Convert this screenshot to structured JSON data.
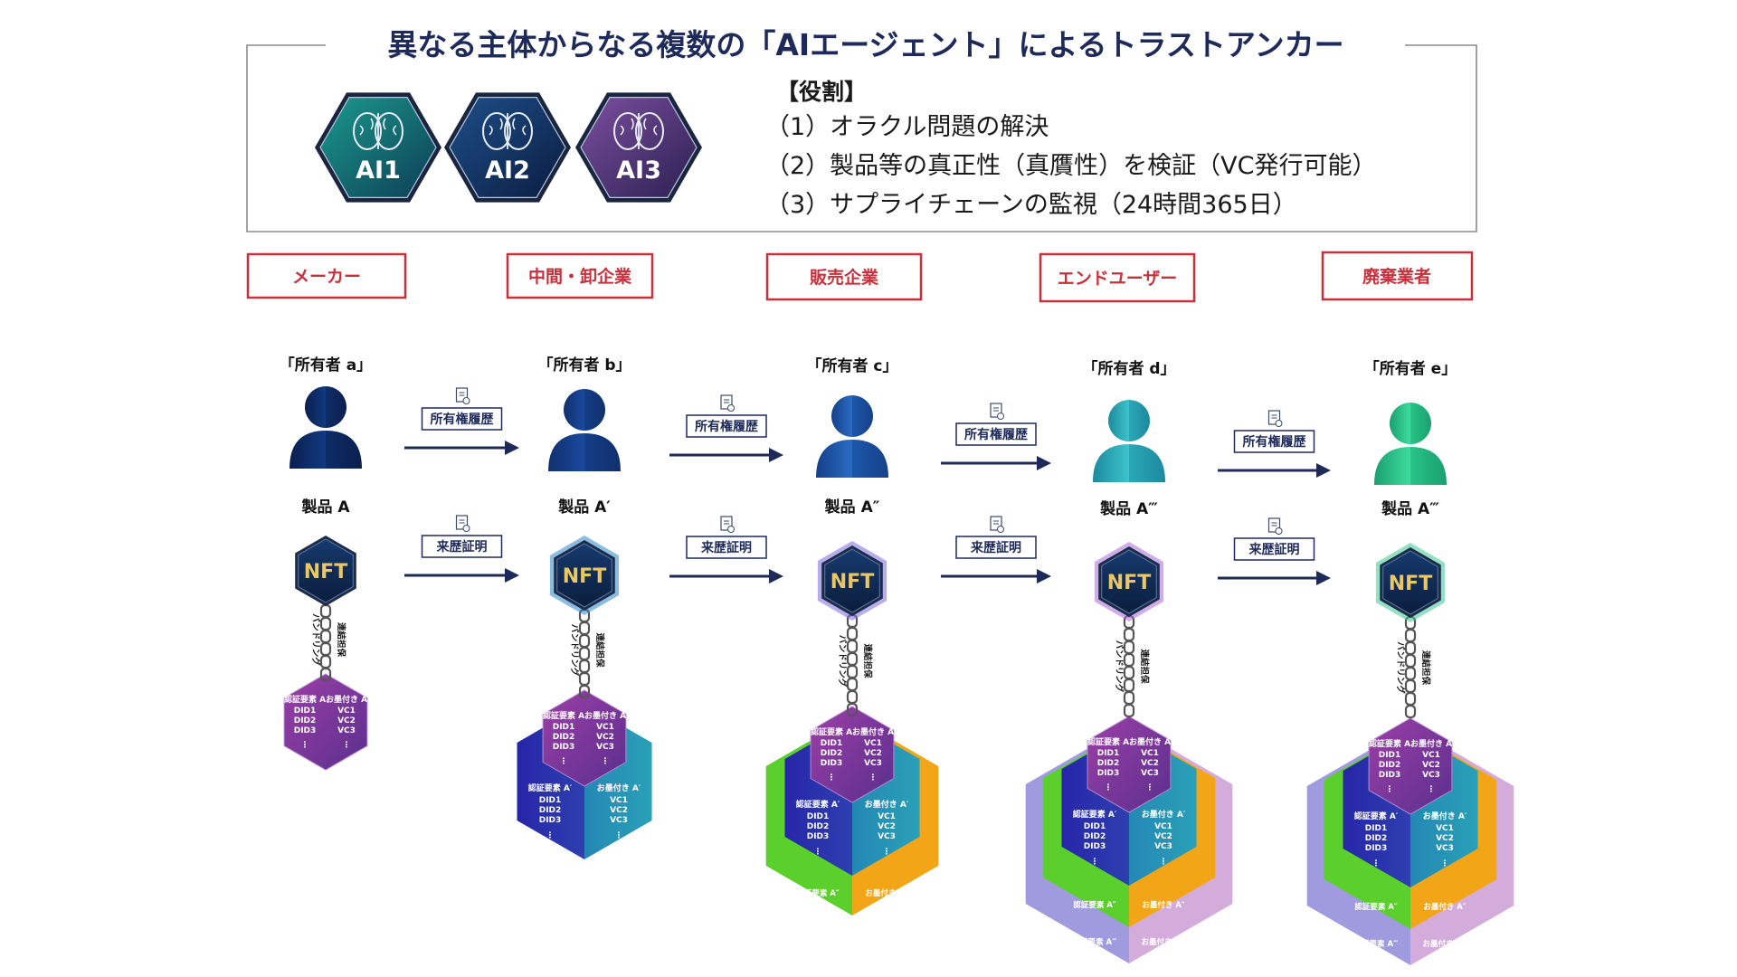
{
  "title": "異なる主体からなる複数の「AIエージェント」によるトラストアンカー",
  "ai_agents": [
    "AI1",
    "AI2",
    "AI3"
  ],
  "roles": {
    "heading": "【役割】",
    "items": [
      "（1）オラクル問題の解決",
      "（2）製品等の真正性（真贋性）を検証（VC発行可能）",
      "（3）サプライチェーンの監視（24時間365日）"
    ]
  },
  "stages": [
    "メーカー",
    "中間・卸企業",
    "販売企業",
    "エンドユーザー",
    "廃棄業者"
  ],
  "owners": [
    "「所有者 a」",
    "「所有者 b」",
    "「所有者 c」",
    "「所有者 d」",
    "「所有者 e」"
  ],
  "products": [
    "製品 A",
    "製品 A′",
    "製品 A″",
    "製品 A‴",
    "製品 A‴"
  ],
  "transfer_tags": {
    "ownership": "所有権履歴",
    "provenance": "来歴証明"
  },
  "nft_label": "NFT",
  "chain_labels": {
    "left": "バンドリング",
    "right": "連結担保"
  },
  "core": {
    "auth": "認証要素 A",
    "cert": "お墨付き A",
    "dids": [
      "DID1",
      "DID2",
      "DID3"
    ],
    "vcs": [
      "VC1",
      "VC2",
      "VC3"
    ],
    "more": "⋮"
  },
  "ring1": {
    "auth": "認証要素 A′",
    "cert": "お墨付き A′"
  },
  "ring2": {
    "auth": "認証要素 A″",
    "cert": "お墨付き A″"
  },
  "ring3": {
    "auth": "認証要素 A‴",
    "cert": "お墨付き A‴"
  },
  "colors": {
    "title": "#1d2a5a",
    "stage_border": "#c8303b",
    "arrow": "#1d2a5a",
    "ai1": "#1a7a74",
    "ai2": "#17396b",
    "ai3": "#5a3a78",
    "core_purple": "#7b3a9c",
    "ring_blue": "#2f2fa8",
    "ring_teal": "#2a8fb0",
    "ring_green": "#5bd02c",
    "ring_orange": "#f2a516",
    "ring_lavender": "#8f8ad8",
    "ring_pink": "#cfa3d8"
  },
  "person_colors": [
    "#0f3070",
    "#173f8c",
    "#1f5dae",
    "#28a7b8",
    "#2fc88e"
  ]
}
